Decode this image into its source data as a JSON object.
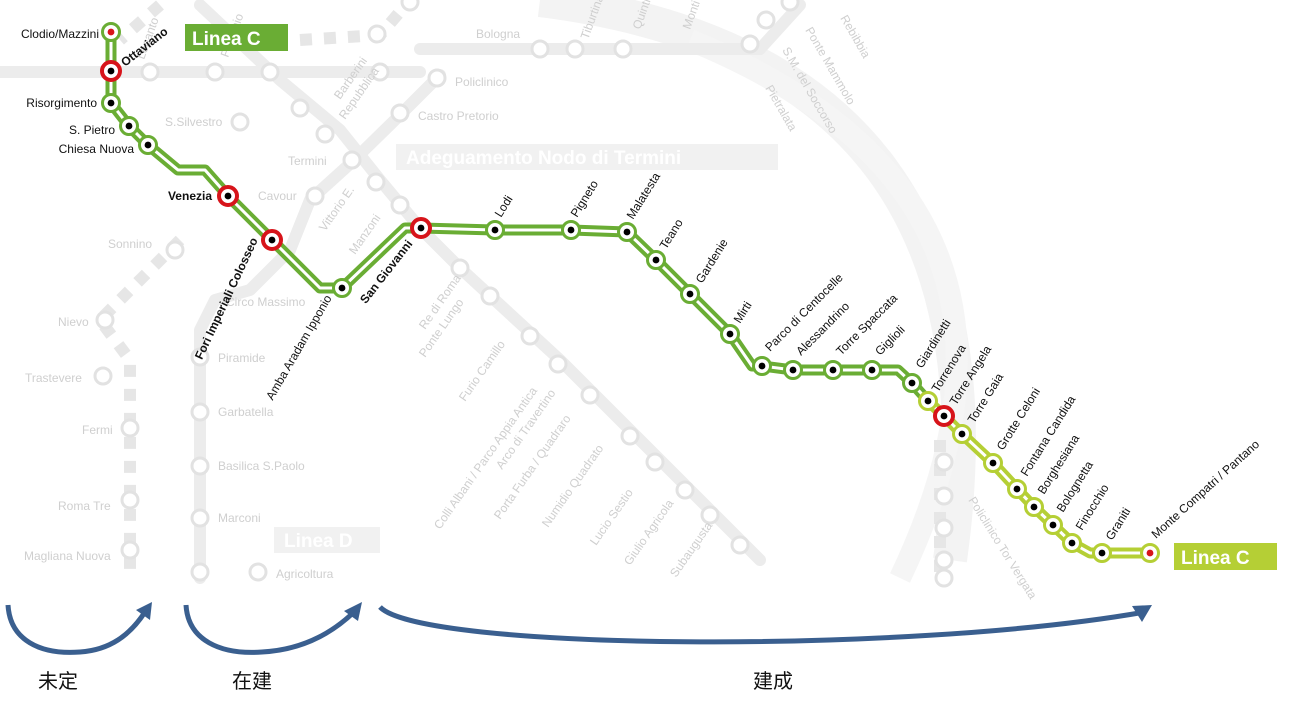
{
  "line_name": "Linea C",
  "colors": {
    "built": "#6aad34",
    "built_inner": "#ffffff",
    "planned": "#b5cf35",
    "interchange": "#d7141a",
    "arrow": "#3a5f8f",
    "background_network": "#ececec"
  },
  "stations_main": [
    {
      "name": "Clodio/Mazzini",
      "type": "terminus"
    },
    {
      "name": "Ottaviano",
      "type": "interchange",
      "bold": true
    },
    {
      "name": "Risorgimento",
      "type": "normal"
    },
    {
      "name": "S. Pietro",
      "type": "normal"
    },
    {
      "name": "Chiesa Nuova",
      "type": "normal"
    },
    {
      "name": "Venezia",
      "type": "interchange",
      "bold": true
    },
    {
      "name": "Fori Imperiali Colosseo",
      "type": "interchange",
      "bold": true
    },
    {
      "name": "Amba Aradam Ipponio",
      "type": "normal"
    },
    {
      "name": "San Giovanni",
      "type": "interchange",
      "bold": true
    },
    {
      "name": "Lodi",
      "type": "normal"
    },
    {
      "name": "Pigneto",
      "type": "normal"
    },
    {
      "name": "Malatesta",
      "type": "normal"
    },
    {
      "name": "Teano",
      "type": "normal"
    },
    {
      "name": "Gardenie",
      "type": "normal"
    },
    {
      "name": "Mirti",
      "type": "normal"
    },
    {
      "name": "Parco di Centocelle",
      "type": "normal"
    },
    {
      "name": "Alessandrino",
      "type": "normal"
    },
    {
      "name": "Torre Spaccata",
      "type": "normal"
    },
    {
      "name": "Giglioli",
      "type": "normal"
    },
    {
      "name": "Giardinetti",
      "type": "normal"
    },
    {
      "name": "Torrenova",
      "type": "normal"
    },
    {
      "name": "Torre Angela",
      "type": "interchange"
    },
    {
      "name": "Torre Gaia",
      "type": "normal"
    },
    {
      "name": "Grotte Celoni",
      "type": "normal"
    },
    {
      "name": "Fontana Candida",
      "type": "normal"
    },
    {
      "name": "Borghesiana",
      "type": "normal"
    },
    {
      "name": "Bolognetta",
      "type": "normal"
    },
    {
      "name": "Finocchio",
      "type": "normal"
    },
    {
      "name": "Graniti",
      "type": "normal"
    },
    {
      "name": "Monte Compatri / Pantano",
      "type": "terminus"
    }
  ],
  "background_labels": {
    "faded": [
      "Lepanto",
      "Flaminio",
      "Bologna",
      "Policlinico",
      "Castro Pretorio",
      "Barberini",
      "Repubblica",
      "Termini",
      "S.Silvestro",
      "Cavour",
      "Vittorio E.",
      "Manzoni",
      "Sonnino",
      "Circo Massimo",
      "Piramide",
      "Garbatella",
      "Basilica S.Paolo",
      "Marconi",
      "Nievo",
      "Trastevere",
      "Fermi",
      "Roma Tre",
      "Magliana Nuova",
      "Agricoltura",
      "Re di Roma",
      "Ponte Lungo",
      "Furio Camillo",
      "Colli Albani / Parco Appia Antica",
      "Arco di Travertino",
      "Porta Furba / Quadraro",
      "Numidio Quadrato",
      "Lucio Sestio",
      "Giulio Agricola",
      "Subaugusta",
      "Policlinico Tor Vergata",
      "Tiburtina",
      "Quintiliani",
      "Monti Tiburtini",
      "Pietralata",
      "S.M. del Soccorso",
      "Ponte Mammolo",
      "Rebibbia"
    ],
    "termini_banner": "Adeguamento Nodo di Termini",
    "linea_d_banner": "Linea D"
  },
  "segments": [
    {
      "label": "未定"
    },
    {
      "label": "在建"
    },
    {
      "label": "建成"
    }
  ]
}
